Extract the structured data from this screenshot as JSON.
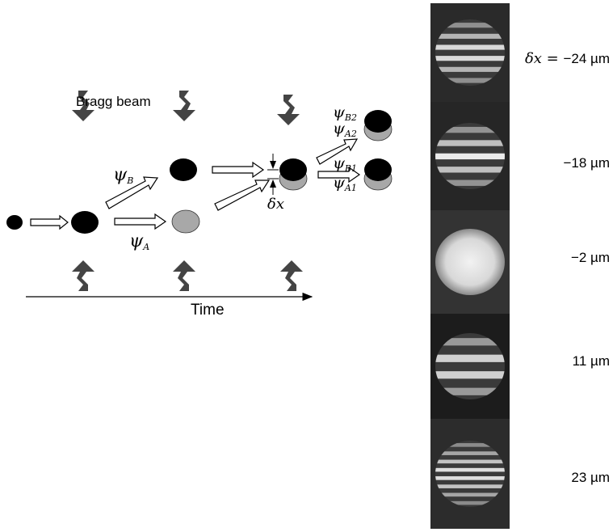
{
  "diagram": {
    "bragg_label": "Bragg beam",
    "time_label": "Time",
    "psi_A": "ψ",
    "psi_A_sub": "A",
    "psi_B": "ψ",
    "psi_B_sub": "B",
    "psi_A1": "ψ",
    "psi_A1_sub": "A1",
    "psi_A2": "ψ",
    "psi_A2_sub": "A2",
    "psi_B1": "ψ",
    "psi_B1_sub": "B1",
    "psi_B2": "ψ",
    "psi_B2_sub": "B2",
    "delta_x": "δx",
    "colors": {
      "atom_black": "#000000",
      "atom_gray": "#a8a8a8",
      "beam": "#444444"
    }
  },
  "panels": [
    {
      "label_prefix": "δx = ",
      "label": "−24 µm",
      "type": "fringes",
      "fringes": 6
    },
    {
      "label_prefix": "",
      "label": "−18 µm",
      "type": "fringes",
      "fringes": 5
    },
    {
      "label_prefix": "",
      "label": "−2 µm",
      "type": "bright",
      "fringes": 0
    },
    {
      "label_prefix": "",
      "label": "11 µm",
      "type": "fringes",
      "fringes": 4
    },
    {
      "label_prefix": "",
      "label": "23 µm",
      "type": "fringes",
      "fringes": 8
    }
  ]
}
